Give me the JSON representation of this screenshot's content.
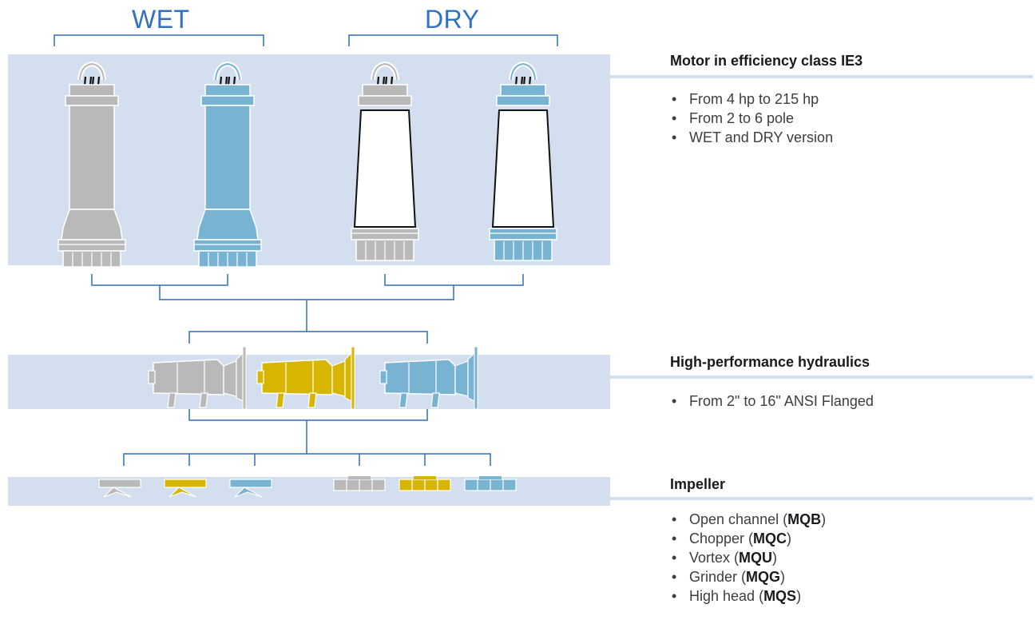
{
  "categories": {
    "wet": "WET",
    "dry": "DRY"
  },
  "sections": {
    "motor": {
      "title": "Motor in efficiency class IE3",
      "bullets": [
        "From 4 hp to 215 hp",
        "From 2 to 6 pole",
        "WET and DRY version"
      ]
    },
    "hydraulics": {
      "title": "High-performance hydraulics",
      "bullets": [
        "From 2\" to 16\" ANSI Flanged"
      ]
    },
    "impeller": {
      "title": "Impeller",
      "items": [
        {
          "prefix": "Open channel (",
          "code": "MQB",
          "suffix": ")"
        },
        {
          "prefix": "Chopper (",
          "code": "MQC",
          "suffix": ")"
        },
        {
          "prefix": "Vortex (",
          "code": "MQU",
          "suffix": ")"
        },
        {
          "prefix": "Grinder (",
          "code": "MQG",
          "suffix": ")"
        },
        {
          "prefix": "High head (",
          "code": "MQS",
          "suffix": ")"
        }
      ]
    }
  },
  "colors": {
    "band": "#d3deef",
    "line": "#2f6fb5",
    "gray": "#b9b9b9",
    "blue": "#78b4d2",
    "yellow": "#d6b600"
  },
  "bullet_glyph": "•"
}
